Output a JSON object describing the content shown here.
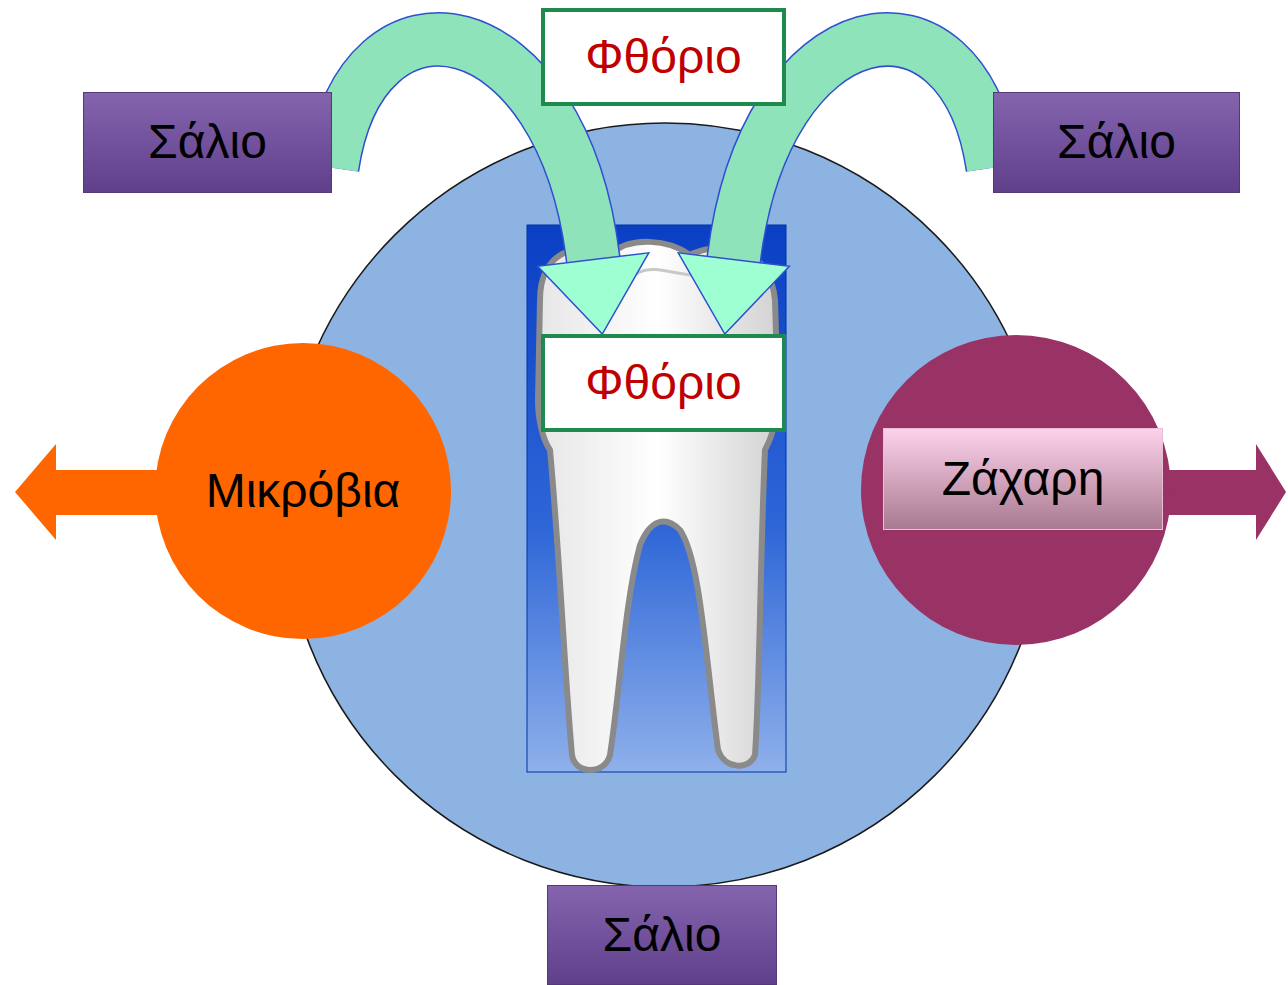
{
  "diagram": {
    "nodes": [
      {
        "text": [
          "Φθόριο"
        ]
      },
      {
        "text": [
          "Σάλιο"
        ]
      },
      {
        "text": [
          "Σάλιο"
        ]
      },
      {
        "text": [
          "Φθόριο"
        ]
      },
      {
        "text": [
          "Μικρόβια"
        ]
      },
      {
        "text": [
          "Ζάχαρη"
        ]
      },
      {
        "text": [
          "Σάλιο"
        ]
      }
    ],
    "edges": [
      {
        "from": 1,
        "to": 3,
        "arrow": "to"
      },
      {
        "from": 2,
        "to": 3,
        "arrow": "to"
      }
    ]
  }
}
